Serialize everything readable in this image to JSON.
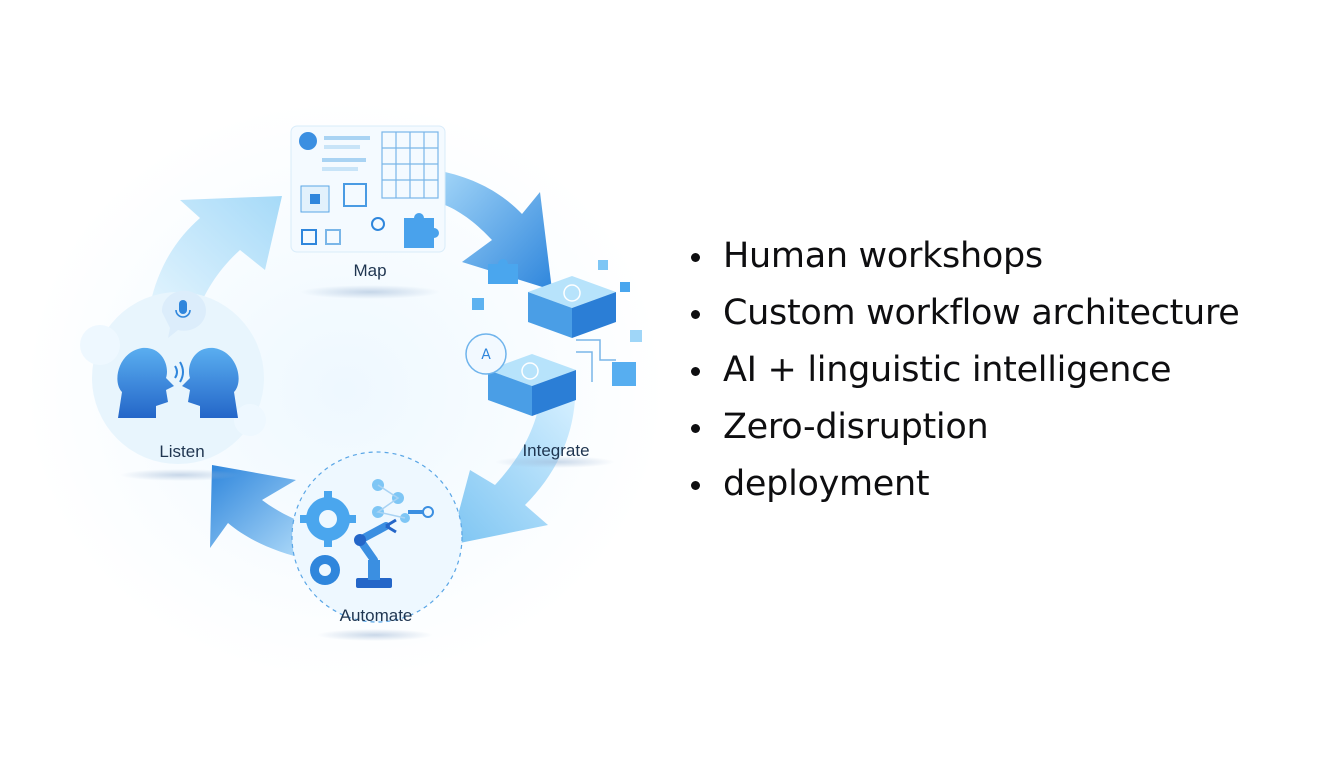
{
  "cycle": {
    "stages": [
      {
        "id": "map",
        "label": "Map",
        "icon": "workflow-map-icon"
      },
      {
        "id": "integrate",
        "label": "Integrate",
        "icon": "integration-blocks-icon"
      },
      {
        "id": "automate",
        "label": "Automate",
        "icon": "robotic-arm-gears-icon"
      },
      {
        "id": "listen",
        "label": "Listen",
        "icon": "conversation-heads-icon"
      }
    ],
    "colors": {
      "arrow_dark": "#3a8fe0",
      "arrow_light": "#bfe6fb",
      "halo": "#e6f4fd",
      "label": "#1f3550"
    }
  },
  "bullets": {
    "items": [
      "Human workshops",
      "Custom workflow architecture",
      "AI + linguistic intelligence",
      "Zero-disruption",
      "deployment"
    ]
  }
}
